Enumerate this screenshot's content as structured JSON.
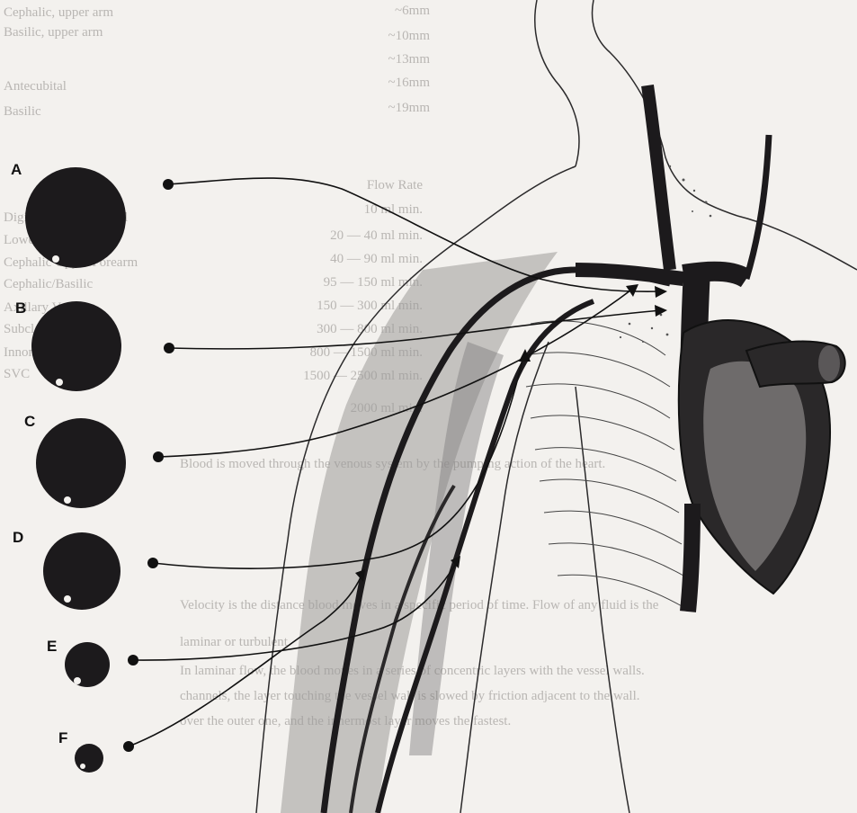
{
  "figure": {
    "background_color": "#f3f1ee",
    "ink_color": "#1c1a1c",
    "vessel_labels": [
      "A",
      "B",
      "C",
      "D",
      "E",
      "F"
    ]
  },
  "background_text": {
    "left_column": [
      "Cephalic, upper arm",
      "Basilic, upper arm",
      "Antecubital",
      "Basilic",
      "Digital and Metacarpal",
      "Lower Forearm",
      "Cephalic Upper Forearm",
      "Cephalic/Basilic",
      "Axillary Vein",
      "Subclavian",
      "Innominate",
      "SVC"
    ],
    "flow_column": [
      "Flow Rate",
      "10 ml min.",
      "20 — 40 ml min.",
      "40 — 90 ml min.",
      "95 — 150 ml min.",
      "150 — 300 ml min.",
      "300 — 800 ml min.",
      "800 — 1500 ml min.",
      "1500 — 2500 ml min.",
      "2000 ml min."
    ],
    "diameter_column": [
      "~6mm",
      "~10mm",
      "~13mm",
      "~16mm",
      "~19mm"
    ],
    "paragraphs": [
      "Blood is moved through the venous system by the pumping action of the heart.",
      "Velocity is the distance blood moves in a specific period of time. Flow of any fluid is the",
      "laminar or turbulent.",
      "In laminar flow, the blood moves in a series of concentric layers with the vessel walls.",
      "channels, the layer touching the vessel wall is slowed by friction adjacent to the wall.",
      "over the outer one, and the innermost layer moves the fastest."
    ]
  }
}
